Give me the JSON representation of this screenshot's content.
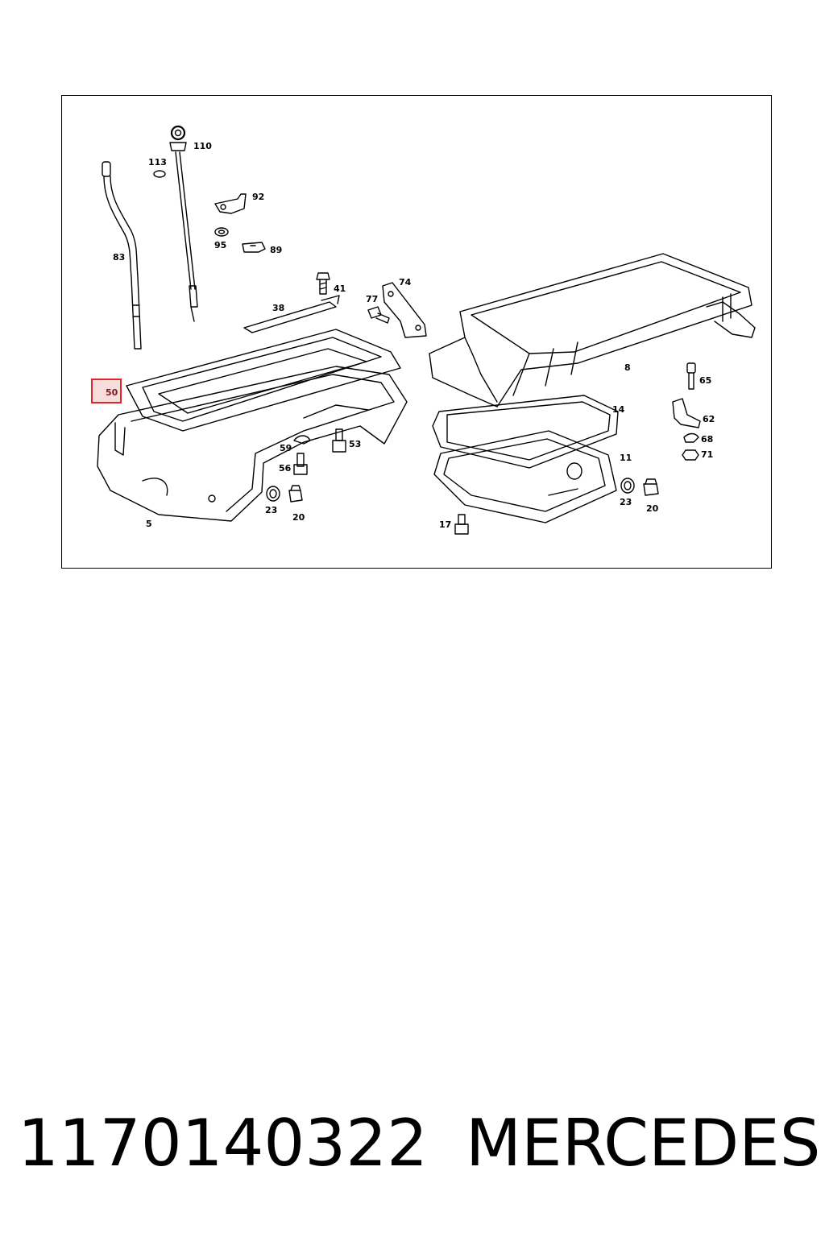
{
  "diagram": {
    "callouts": [
      "110",
      "113",
      "92",
      "95",
      "89",
      "83",
      "41",
      "74",
      "77",
      "38",
      "8",
      "65",
      "50",
      "14",
      "62",
      "68",
      "71",
      "59",
      "53",
      "56",
      "11",
      "23",
      "20",
      "5",
      "17"
    ],
    "highlighted_callout": "50",
    "highlight_color": "#e0262b"
  },
  "footer": {
    "part_number": "1170140322",
    "brand": "MERCEDES"
  }
}
